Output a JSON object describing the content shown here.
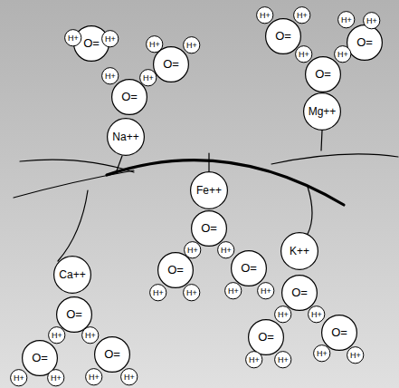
{
  "diagram": {
    "nodes": [
      {
        "text": [
          "O="
        ]
      },
      {
        "text": [
          "H+"
        ]
      },
      {
        "text": [
          "H+"
        ]
      },
      {
        "text": [
          "H+"
        ]
      },
      {
        "text": [
          "O="
        ]
      },
      {
        "text": [
          "H+"
        ]
      },
      {
        "text": [
          "H+"
        ]
      },
      {
        "text": [
          "H+"
        ]
      },
      {
        "text": [
          "O="
        ]
      },
      {
        "text": [
          "Na++"
        ]
      },
      {
        "text": [
          "O="
        ]
      },
      {
        "text": [
          "H+"
        ]
      },
      {
        "text": [
          "H+"
        ]
      },
      {
        "text": [
          "H+"
        ]
      },
      {
        "text": [
          "O="
        ]
      },
      {
        "text": [
          "H+"
        ]
      },
      {
        "text": [
          "H+"
        ]
      },
      {
        "text": [
          "H+"
        ]
      },
      {
        "text": [
          "O="
        ]
      },
      {
        "text": [
          "Mg++"
        ]
      },
      {
        "text": [
          "Fe++"
        ]
      },
      {
        "text": [
          "O="
        ]
      },
      {
        "text": [
          "H+"
        ]
      },
      {
        "text": [
          "H+"
        ]
      },
      {
        "text": [
          "O="
        ]
      },
      {
        "text": [
          "H+"
        ]
      },
      {
        "text": [
          "H+"
        ]
      },
      {
        "text": [
          "O="
        ]
      },
      {
        "text": [
          "H+"
        ]
      },
      {
        "text": [
          "H+"
        ]
      },
      {
        "text": [
          "Ca++"
        ]
      },
      {
        "text": [
          "O="
        ]
      },
      {
        "text": [
          "H+"
        ]
      },
      {
        "text": [
          "H+"
        ]
      },
      {
        "text": [
          "O="
        ]
      },
      {
        "text": [
          "H+"
        ]
      },
      {
        "text": [
          "H+"
        ]
      },
      {
        "text": [
          "O="
        ]
      },
      {
        "text": [
          "H+"
        ]
      },
      {
        "text": [
          "H+"
        ]
      },
      {
        "text": [
          "K++"
        ]
      },
      {
        "text": [
          "O="
        ]
      },
      {
        "text": [
          "H+"
        ]
      },
      {
        "text": [
          "H+"
        ]
      },
      {
        "text": [
          "O="
        ]
      },
      {
        "text": [
          "H+"
        ]
      },
      {
        "text": [
          "H+"
        ]
      },
      {
        "text": [
          "O="
        ]
      },
      {
        "text": [
          "H+"
        ]
      },
      {
        "text": [
          "H+"
        ]
      }
    ]
  }
}
